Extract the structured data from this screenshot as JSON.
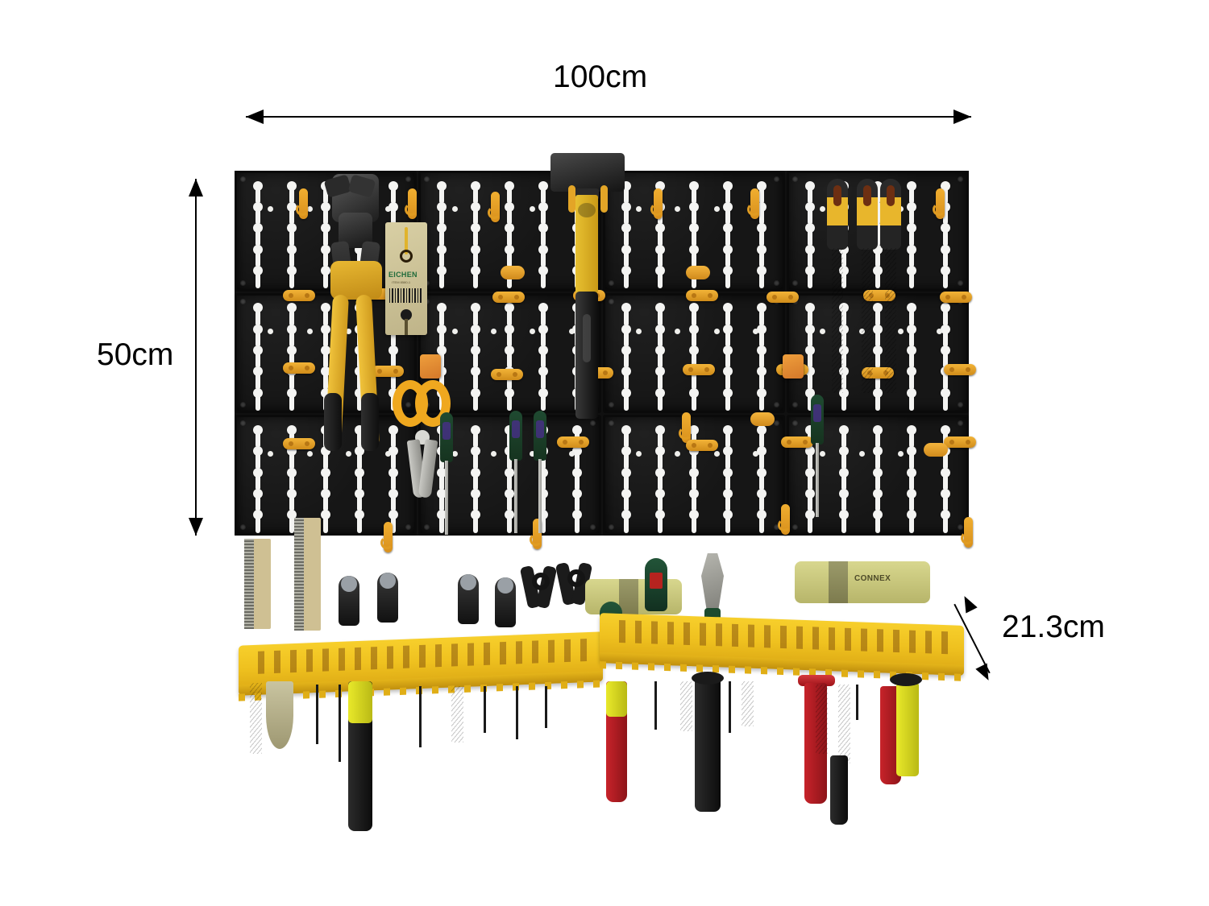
{
  "product": {
    "name": "wall-mounted pegboard tool organizer with tool rack",
    "background_color": "#ffffff"
  },
  "dimensions": {
    "width": {
      "label": "100cm",
      "axis": "horizontal",
      "position": "top"
    },
    "height": {
      "label": "50cm",
      "axis": "vertical",
      "position": "left"
    },
    "depth": {
      "label": "21.3cm",
      "axis": "diagonal",
      "position": "right"
    }
  },
  "pegboard": {
    "panel_color": "#161616",
    "slot_color": "#f4f4f2",
    "hook_color": "#e8a51f",
    "columns": 4,
    "rows": 3,
    "panels": [
      {
        "id": "panel-r1c1"
      },
      {
        "id": "panel-r1c2"
      },
      {
        "id": "panel-r1c3"
      },
      {
        "id": "panel-r1c4"
      },
      {
        "id": "panel-r2c1"
      },
      {
        "id": "panel-r2c2"
      },
      {
        "id": "panel-r2c3"
      },
      {
        "id": "panel-r2c4"
      },
      {
        "id": "panel-r3c1"
      },
      {
        "id": "panel-r3c2"
      },
      {
        "id": "panel-r3c3"
      },
      {
        "id": "panel-r3c4"
      }
    ]
  },
  "hangtag": {
    "brand": "EICHEN",
    "subtext": "ITEM 8580-1",
    "color": "#1f6b3a"
  },
  "mallet": {
    "brand": "CONNEX",
    "color": "#4d4a28"
  },
  "tools_on_board": [
    {
      "name": "bolt-cutter",
      "color": "#f0c33c"
    },
    {
      "name": "hang-tag",
      "color": "#d8cfa4"
    },
    {
      "name": "club-hammer",
      "color": "#e7c031"
    },
    {
      "name": "file-1",
      "color": "#e8b62c"
    },
    {
      "name": "file-2",
      "color": "#e8b62c"
    },
    {
      "name": "file-3",
      "color": "#e8b62c"
    },
    {
      "name": "tin-snips",
      "color": "#efa81f"
    },
    {
      "name": "screwdriver-green-1",
      "color": "#1f4a31"
    },
    {
      "name": "screwdriver-green-2",
      "color": "#1f4a31"
    },
    {
      "name": "screwdriver-green-3",
      "color": "#1f4a31"
    },
    {
      "name": "screwdriver-green-4",
      "color": "#1f4a31"
    }
  ],
  "tools_in_rack": [
    {
      "name": "wire-brush-1"
    },
    {
      "name": "wire-brush-2"
    },
    {
      "name": "screwdriver-black-1"
    },
    {
      "name": "screwdriver-black-2"
    },
    {
      "name": "pliers-black"
    },
    {
      "name": "rubber-mallet"
    },
    {
      "name": "screwdriver-green-large"
    },
    {
      "name": "locking-pliers"
    },
    {
      "name": "connex-mallet"
    }
  ],
  "tools_hanging": [
    {
      "name": "chisel-set"
    },
    {
      "name": "trowel"
    },
    {
      "name": "screwdriver-yellow-black"
    },
    {
      "name": "screwdriver-red"
    },
    {
      "name": "screwdriver-black-large"
    },
    {
      "name": "file-hanging-1"
    },
    {
      "name": "file-hanging-2"
    },
    {
      "name": "utility-knife-yellow"
    },
    {
      "name": "red-handled-tool"
    }
  ],
  "rack": {
    "color": "#f7cf2c",
    "segments": 2
  }
}
